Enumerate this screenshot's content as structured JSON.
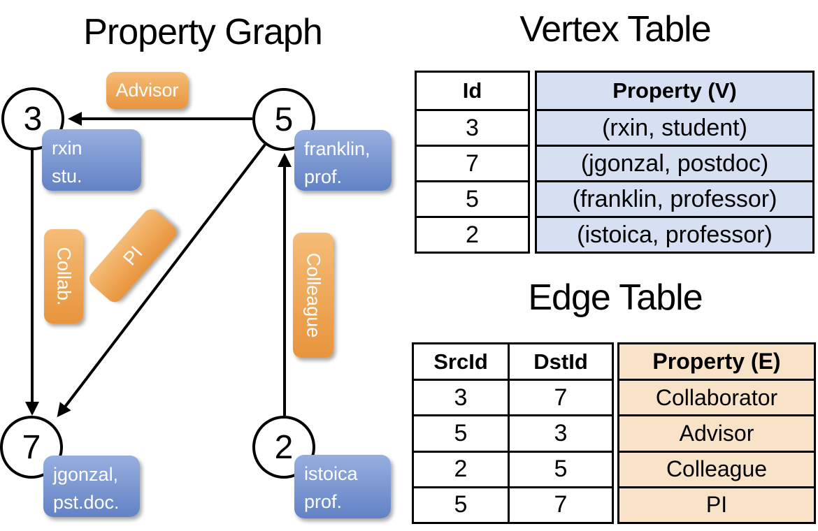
{
  "titles": {
    "graph": "Property Graph",
    "vertex_table": "Vertex Table",
    "edge_table": "Edge Table"
  },
  "graph": {
    "nodes": [
      {
        "id": "3",
        "prop_line1": "rxin",
        "prop_line2": "stu."
      },
      {
        "id": "5",
        "prop_line1": "franklin,",
        "prop_line2": "prof."
      },
      {
        "id": "7",
        "prop_line1": "jgonzal,",
        "prop_line2": "pst.doc."
      },
      {
        "id": "2",
        "prop_line1": "istoica",
        "prop_line2": "prof."
      }
    ],
    "edge_labels": {
      "advisor": "Advisor",
      "collab": "Collab.",
      "pi": "PI",
      "colleague": "Colleague"
    }
  },
  "vertex_table": {
    "headers": {
      "id": "Id",
      "property": "Property (V)"
    },
    "rows": [
      {
        "id": "3",
        "property": "(rxin, student)"
      },
      {
        "id": "7",
        "property": "(jgonzal, postdoc)"
      },
      {
        "id": "5",
        "property": "(franklin, professor)"
      },
      {
        "id": "2",
        "property": "(istoica, professor)"
      }
    ]
  },
  "edge_table": {
    "headers": {
      "src": "SrcId",
      "dst": "DstId",
      "property": "Property (E)"
    },
    "rows": [
      {
        "src": "3",
        "dst": "7",
        "property": "Collaborator"
      },
      {
        "src": "5",
        "dst": "3",
        "property": "Advisor"
      },
      {
        "src": "2",
        "dst": "5",
        "property": "Colleague"
      },
      {
        "src": "5",
        "dst": "7",
        "property": "PI"
      }
    ]
  },
  "colors": {
    "edge_label_orange": "#EFA552",
    "vertex_label_blue": "#7D9AD4",
    "vertex_table_fill": "#D7E0F2",
    "edge_table_fill": "#F8E3C9",
    "line_black": "#000000"
  }
}
